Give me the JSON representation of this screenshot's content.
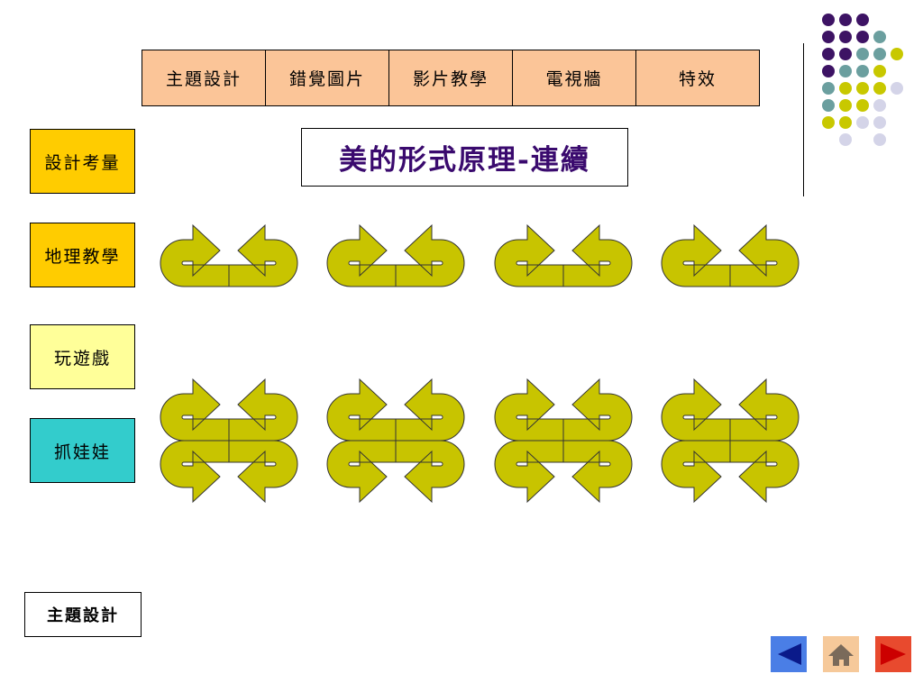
{
  "nav": {
    "tabs": [
      "主題設計",
      "錯覺圖片",
      "影片教學",
      "電視牆",
      "特效"
    ]
  },
  "sidebar": {
    "items": [
      {
        "label": "設計考量",
        "color": "#ffcc00"
      },
      {
        "label": "地理教學",
        "color": "#ffcc00"
      },
      {
        "label": "玩遊戲",
        "color": "#ffff99"
      },
      {
        "label": "抓娃娃",
        "color": "#33cccc"
      }
    ],
    "bottom_label": "主題設計"
  },
  "slide": {
    "title": "美的形式原理-連續"
  },
  "colors": {
    "arrow_fill": "#c8c400",
    "title_color": "#3a0a6e",
    "dot_purple": "#3d1364",
    "dot_teal": "#6b9f9f",
    "dot_yellow": "#c8c800",
    "dot_lavender": "#d4d4e8",
    "nav_tab_bg": "#fbc598"
  },
  "controls": {
    "prev_icon": "left-arrow-icon",
    "home_icon": "home-icon",
    "next_icon": "right-arrow-icon"
  }
}
